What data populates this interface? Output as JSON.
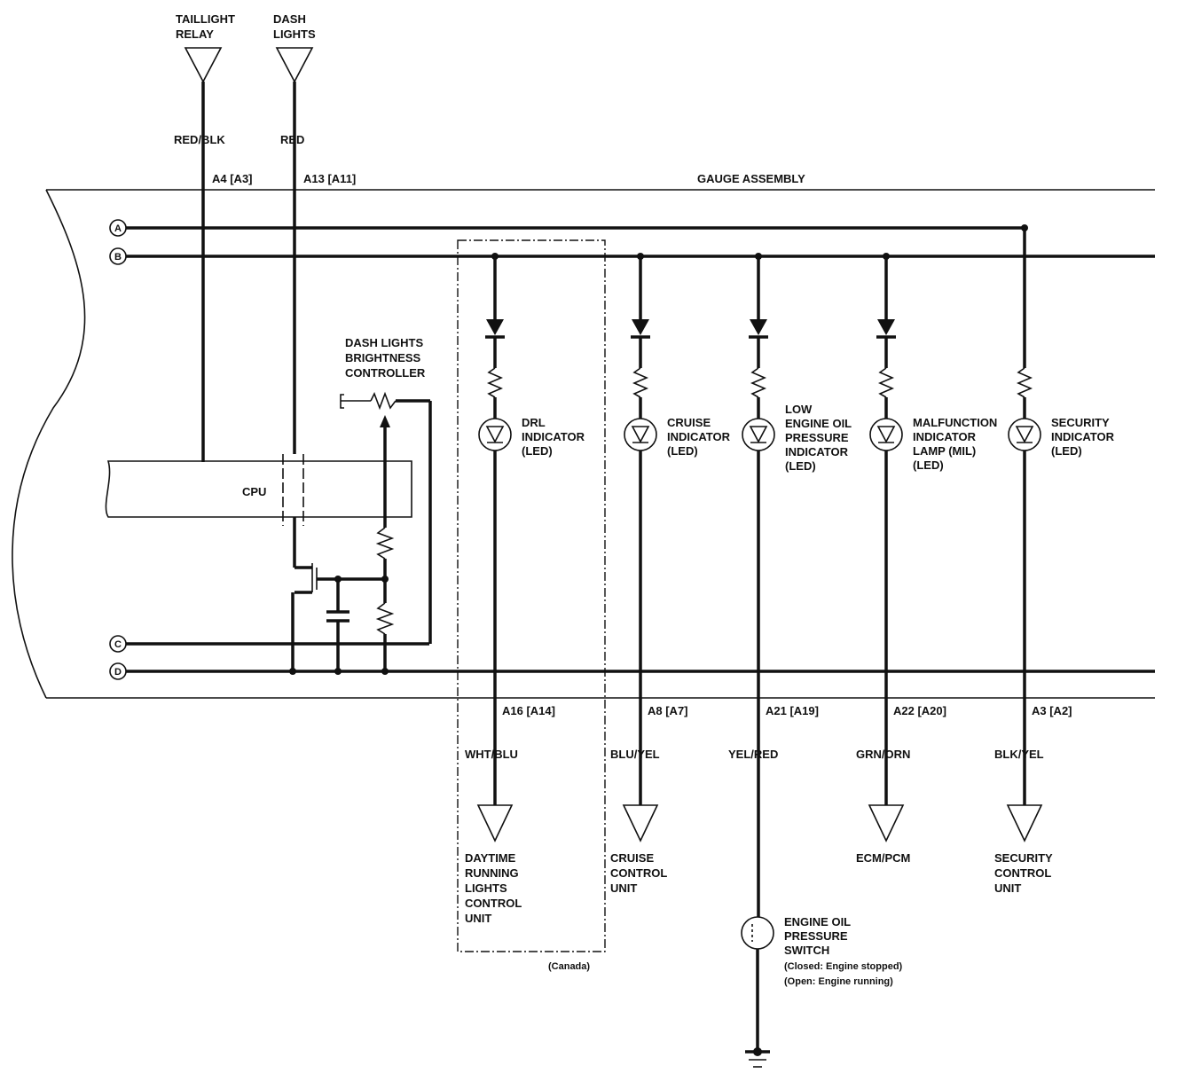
{
  "inputs": {
    "taillight": {
      "label_line1": "TAILLIGHT",
      "label_line2": "RELAY",
      "wire": "RED/BLK",
      "pin": "A4  [A3]"
    },
    "dash": {
      "label_line1": "DASH",
      "label_line2": "LIGHTS",
      "wire": "RED",
      "pin": "A13  [A11]"
    }
  },
  "assembly": {
    "title": "GAUGE ASSEMBLY"
  },
  "buses": [
    "A",
    "B",
    "C",
    "D"
  ],
  "cpu": {
    "label": "CPU"
  },
  "controller": {
    "line1": "DASH LIGHTS",
    "line2": "BRIGHTNESS",
    "line3": "CONTROLLER"
  },
  "indicators": [
    {
      "lines": [
        "DRL",
        "INDICATOR",
        "(LED)"
      ],
      "pin": "A16  [A14]",
      "wire": "WHT/BLU",
      "dest": [
        "DAYTIME",
        "RUNNING",
        "LIGHTS",
        "CONTROL",
        "UNIT"
      ]
    },
    {
      "lines": [
        "CRUISE",
        "INDICATOR",
        "(LED)"
      ],
      "pin": "A8  [A7]",
      "wire": "BLU/YEL",
      "dest": [
        "CRUISE",
        "CONTROL",
        "UNIT"
      ]
    },
    {
      "lines": [
        "LOW",
        "ENGINE OIL",
        "PRESSURE",
        "INDICATOR",
        "(LED)"
      ],
      "pin": "A21  [A19]",
      "wire": "YEL/RED",
      "dest": []
    },
    {
      "lines": [
        "MALFUNCTION",
        "INDICATOR",
        "LAMP (MIL)",
        "(LED)"
      ],
      "pin": "A22  [A20]",
      "wire": "GRN/ORN",
      "dest": [
        "ECM/PCM"
      ]
    },
    {
      "lines": [
        "SECURITY",
        "INDICATOR",
        "(LED)"
      ],
      "pin": "A3  [A2]",
      "wire": "BLK/YEL",
      "dest": [
        "SECURITY",
        "CONTROL",
        "UNIT"
      ]
    }
  ],
  "canada_note": "(Canada)",
  "switch": {
    "lines": [
      "ENGINE OIL",
      "PRESSURE",
      "SWITCH"
    ],
    "note1": "(Closed: Engine stopped)",
    "note2": "(Open: Engine running)"
  }
}
